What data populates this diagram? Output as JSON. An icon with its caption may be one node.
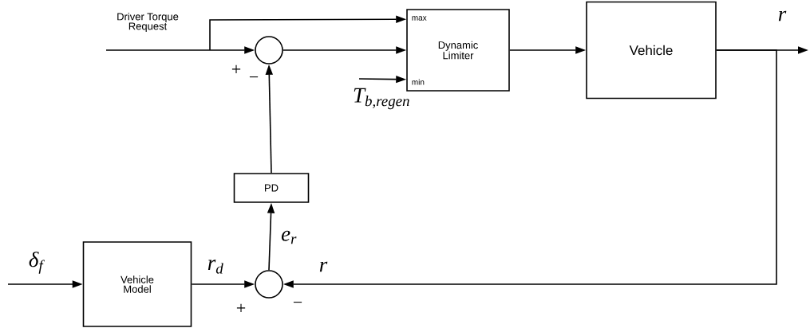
{
  "diagram": {
    "nodes": [
      {
        "text": [],
        "shape": "circle"
      },
      {
        "text": [
          "max",
          "Dynamic Limiter",
          "min"
        ]
      },
      {
        "text": [
          "Vehicle"
        ]
      },
      {
        "text": [
          "PD"
        ]
      },
      {
        "text": [
          "Vehicle Model"
        ]
      },
      {
        "text": [],
        "shape": "circle"
      }
    ],
    "edges": [
      {
        "from": null,
        "to": 0,
        "arrow": "to",
        "label": "Driver Torque Request"
      },
      {
        "from": null,
        "to": 1,
        "arrow": "to"
      },
      {
        "from": 0,
        "to": 1,
        "arrow": "to"
      },
      {
        "from": null,
        "to": 1,
        "arrow": "to",
        "label": "T$_{b,regen}$"
      },
      {
        "from": 1,
        "to": 2,
        "arrow": "to"
      },
      {
        "from": 2,
        "to": null,
        "arrow": "to",
        "label": "r"
      },
      {
        "from": 2,
        "to": 5,
        "arrow": "to",
        "label": "r"
      },
      {
        "from": null,
        "to": 4,
        "arrow": "to",
        "label": "δ$_{f}$"
      },
      {
        "from": 4,
        "to": 5,
        "arrow": "to",
        "label": "r$_{d}$"
      },
      {
        "from": 5,
        "to": 3,
        "arrow": "to",
        "label": "e$_{r}$"
      },
      {
        "from": 3,
        "to": 0,
        "arrow": "to"
      }
    ],
    "labels": [
      "+",
      "−",
      "+",
      "−"
    ]
  }
}
